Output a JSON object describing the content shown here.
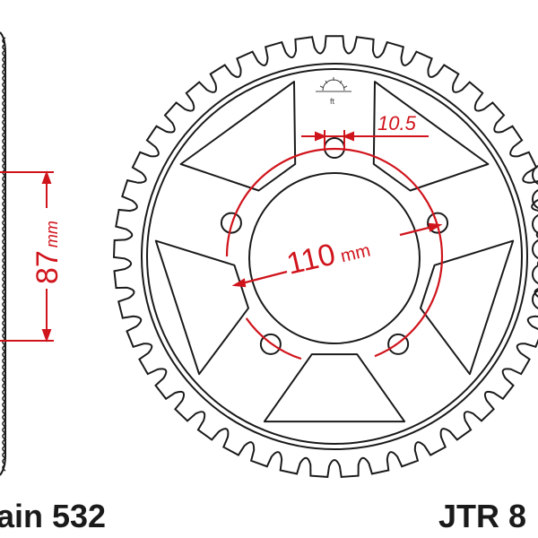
{
  "colors": {
    "outline": "#1a1a1a",
    "dimension": "#d0141c",
    "background": "#ffffff"
  },
  "logo": {
    "text": "ft",
    "icon": "sun-logo-icon"
  },
  "dimensions": {
    "slot_width": "10.5",
    "bolt_circle_value": "110",
    "bolt_circle_unit": "mm",
    "hub_value": "87",
    "hub_unit": "mm"
  },
  "captions": {
    "chain": "ain 532",
    "part_number": "JTR 8"
  }
}
